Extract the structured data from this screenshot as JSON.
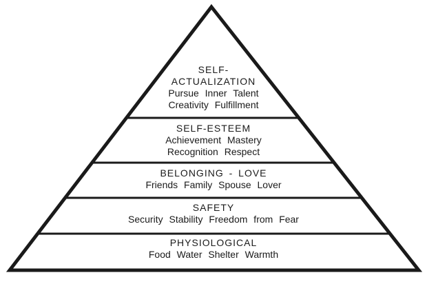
{
  "diagram": {
    "colors": {
      "outline": "#1a1a1a",
      "background": "#ffffff",
      "text": "#1a1a1a"
    },
    "levels": [
      {
        "name": "self-actualization",
        "title_line1": "SELF-",
        "title_line2": "ACTUALIZATION",
        "body_line1": "Pursue Inner Talent",
        "body_line2": "Creativity Fulfillment"
      },
      {
        "name": "self-esteem",
        "title_line1": "SELF-ESTEEM",
        "body_line1": "Achievement Mastery",
        "body_line2": "Recognition Respect"
      },
      {
        "name": "belonging-love",
        "title_line1": "BELONGING - LOVE",
        "body_line1": "Friends Family Spouse Lover"
      },
      {
        "name": "safety",
        "title_line1": "SAFETY",
        "body_line1": "Security Stability Freedom from Fear"
      },
      {
        "name": "physiological",
        "title_line1": "PHYSIOLOGICAL",
        "body_line1": "Food Water Shelter Warmth"
      }
    ]
  }
}
